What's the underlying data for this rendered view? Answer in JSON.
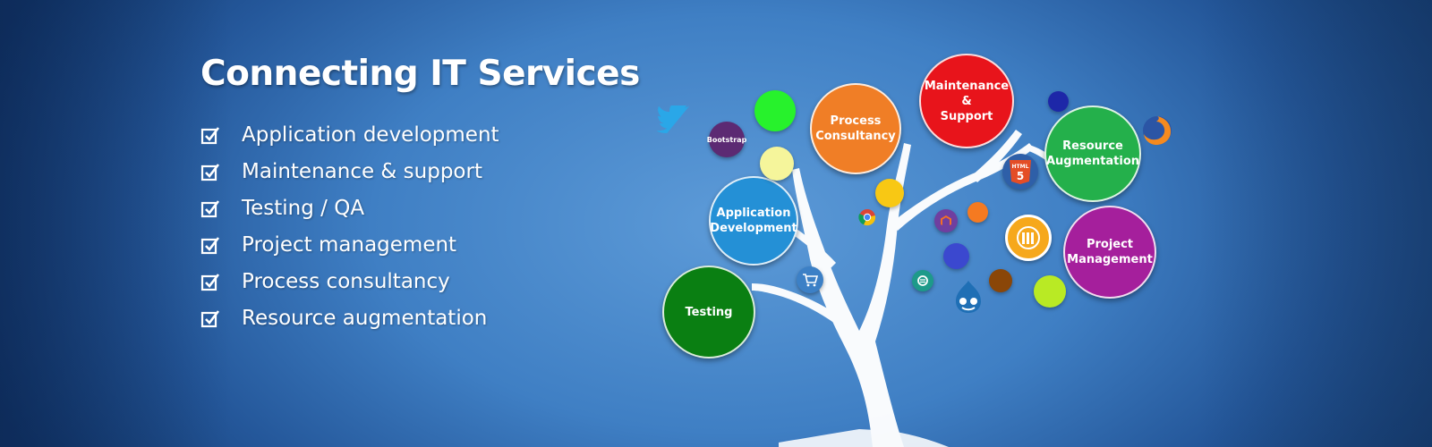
{
  "banner": {
    "title": "Connecting IT Services",
    "services": [
      "Application development",
      "Maintenance & support",
      "Testing / QA",
      "Project management",
      "Process consultancy",
      "Resource augmentation"
    ]
  },
  "bubbles": {
    "process": {
      "line1": "Process",
      "line2": "Consultancy",
      "color": "#f07e26"
    },
    "maintenance": {
      "line1": "Maintenance",
      "line2": "&",
      "line3": "Support",
      "color": "#e8141b"
    },
    "resource": {
      "line1": "Resource",
      "line2": "Augmentation",
      "color": "#24b04b"
    },
    "application": {
      "line1": "Application",
      "line2": "Development",
      "color": "#2490d6"
    },
    "project": {
      "line1": "Project",
      "line2": "Management",
      "color": "#a51f9c"
    },
    "testing": {
      "line1": "Testing",
      "color": "#0a7f12"
    }
  },
  "logos": {
    "bootstrap": "Bootstrap",
    "html5": "HTML",
    "html5_num": "5"
  },
  "colors": {
    "green_dot": "#27f22c",
    "yellow_dot": "#f5f59b",
    "gold_dot": "#f8c814",
    "navy_dot": "#1d27a8",
    "orange_dot": "#f57a21",
    "indigo_dot": "#3b48cf",
    "brown_dot": "#8a4608",
    "lime_dot": "#b9ea24"
  },
  "icons": [
    "twitter-icon",
    "bootstrap-icon",
    "chrome-icon",
    "magento-icon",
    "html5-icon",
    "firefox-icon",
    "liferay-icon",
    "drupal-icon",
    "shopping-cart-icon",
    "spree-icon"
  ]
}
